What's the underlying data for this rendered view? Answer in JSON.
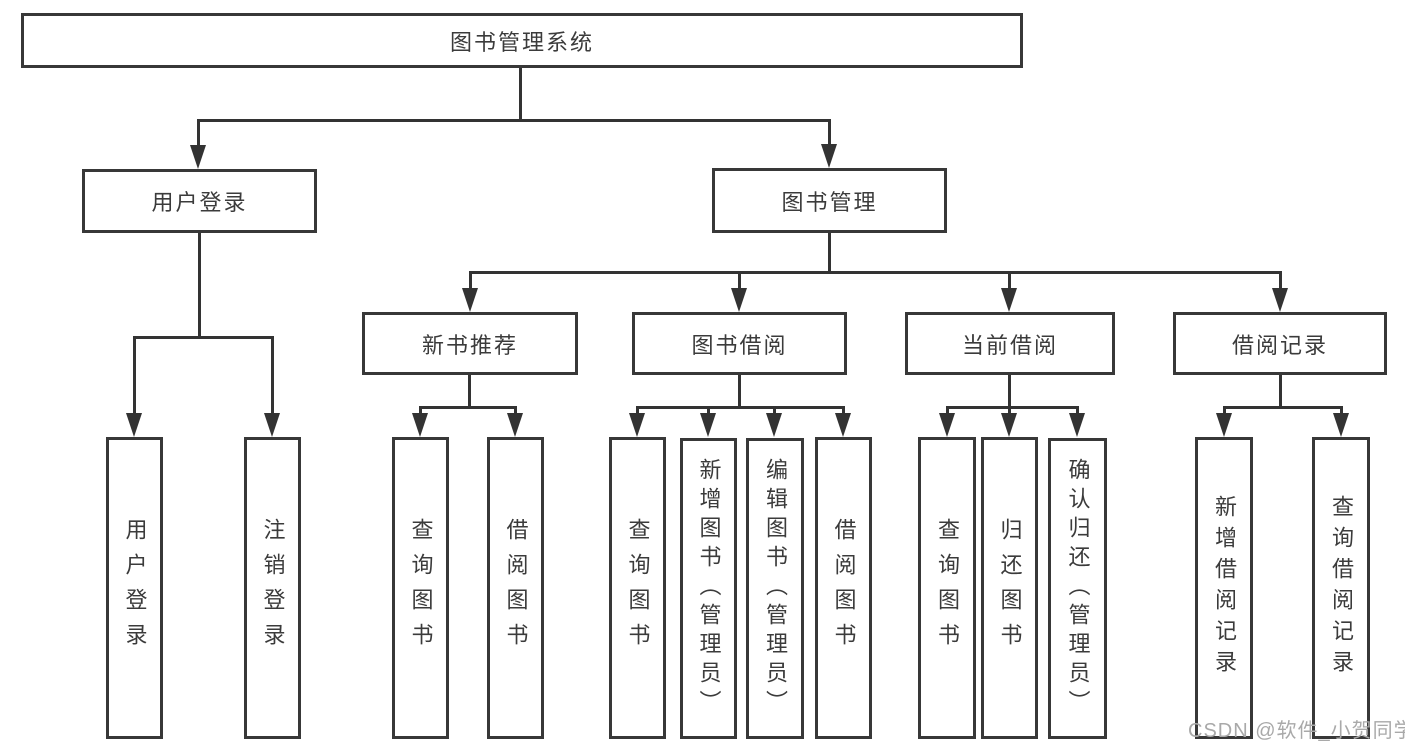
{
  "diagram": {
    "type": "hierarchy-tree",
    "colors": {
      "background": "#ffffff",
      "box_border": "#383838",
      "connector_line": "#333333",
      "text": "#3b3b3b",
      "watermark_text": "#a9a9a9"
    },
    "tree": {
      "root_label": "图书管理系统",
      "level2": [
        {
          "label": "用户登录",
          "children": [
            {
              "label": "用户登录"
            },
            {
              "label": "注销登录"
            }
          ]
        },
        {
          "label": "图书管理",
          "children": [
            {
              "label": "新书推荐",
              "children": [
                {
                  "label": "查询图书"
                },
                {
                  "label": "借阅图书"
                }
              ]
            },
            {
              "label": "图书借阅",
              "children": [
                {
                  "label": "查询图书"
                },
                {
                  "label": "新增图书（管理员）"
                },
                {
                  "label": "编辑图书（管理员）"
                },
                {
                  "label": "借阅图书"
                }
              ]
            },
            {
              "label": "当前借阅",
              "children": [
                {
                  "label": "查询图书"
                },
                {
                  "label": "归还图书"
                },
                {
                  "label": "确认归还（管理员）"
                }
              ]
            },
            {
              "label": "借阅记录",
              "children": [
                {
                  "label": "新增借阅记录"
                },
                {
                  "label": "查询借阅记录"
                }
              ]
            }
          ]
        }
      ]
    },
    "watermark": "CSDN @软件_小贺同学"
  }
}
